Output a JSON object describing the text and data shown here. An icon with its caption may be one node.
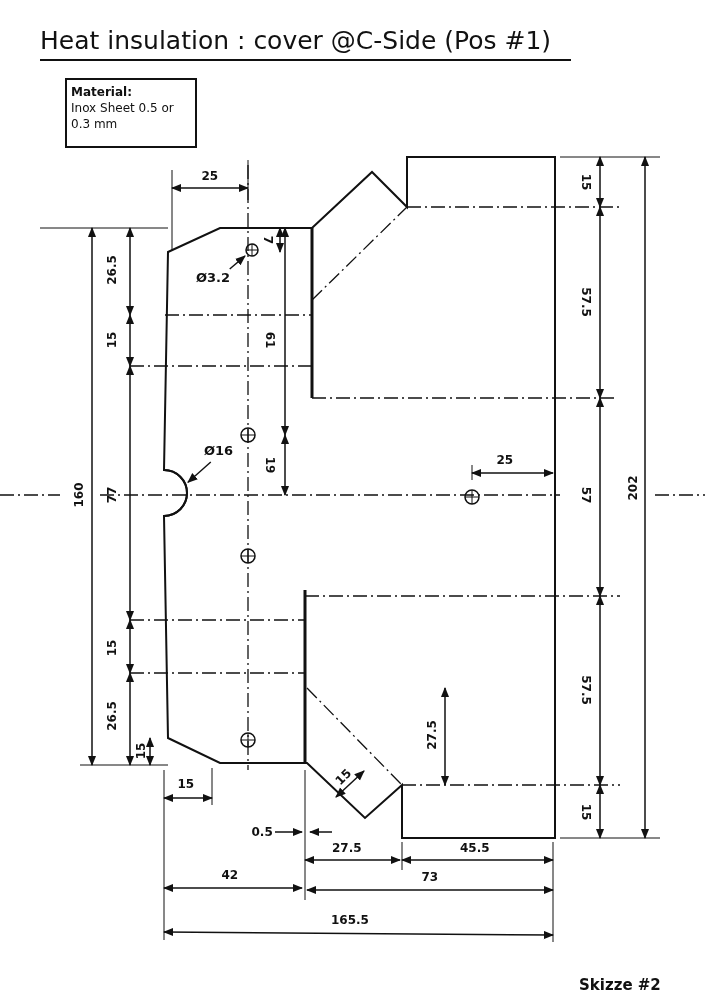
{
  "diagram": {
    "title": "Heat insulation : cover @C-Side (Pos #1)",
    "nodes": [
      {
        "text": [
          "Material:",
          "Inox Sheet 0.5 or 0.3 mm"
        ]
      },
      {
        "text": [
          "Ø3.2"
        ]
      },
      {
        "text": [],
        "shape": "circle"
      },
      {
        "text": [
          "Ø16"
        ]
      },
      {
        "text": [],
        "shape": "circle"
      }
    ],
    "edges": [
      {
        "from": 1,
        "to": 2,
        "arrow": "to"
      },
      {
        "from": 3,
        "to": 4,
        "arrow": "to"
      }
    ],
    "labels": [
      "25",
      "15",
      "7",
      "26.5",
      "57.5",
      "15",
      "61",
      "19",
      "25",
      "160",
      "77",
      "57",
      "202",
      "15",
      "57.5",
      "26.5",
      "27.5",
      "15",
      "15",
      "15",
      "15",
      "0.5",
      "27.5",
      "45.5",
      "42",
      "73",
      "165.5",
      "Skizze #2"
    ]
  }
}
